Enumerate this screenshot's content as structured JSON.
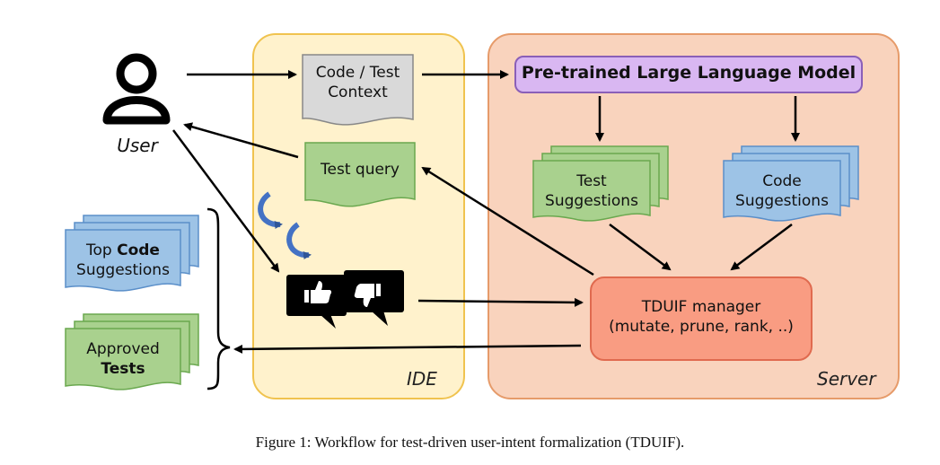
{
  "user": {
    "label": "User"
  },
  "ide": {
    "label": "IDE",
    "context_doc": {
      "line1": "Code / Test",
      "line2": "Context"
    },
    "test_query": "Test query"
  },
  "server": {
    "label": "Server",
    "llm": "Pre-trained Large Language Model",
    "test_suggestions": {
      "line1": "Test",
      "line2": "Suggestions"
    },
    "code_suggestions": {
      "line1": "Code",
      "line2": "Suggestions"
    },
    "manager": {
      "line1": "TDUIF manager",
      "line2": "(mutate, prune, rank, ..)"
    }
  },
  "outputs": {
    "top_code": {
      "line1_prefix": "Top ",
      "line1_bold": "Code",
      "line2": "Suggestions"
    },
    "approved_tests": {
      "line1": "Approved",
      "line2_bold": "Tests"
    }
  },
  "caption": "Figure 1: Workflow for test-driven user-intent formalization (TDUIF).",
  "colors": {
    "ide_fill": "#fff2cc",
    "server_fill": "#f9d3bd",
    "llm_fill": "#d9b7f2",
    "green_doc": "#a9d18e",
    "blue_doc": "#9dc3e6",
    "gray_doc": "#d9d9d9",
    "manager_fill": "#f99c82",
    "feedback_arrow": "#4472c4"
  },
  "icons": [
    "user-icon",
    "thumbs-up-icon",
    "thumbs-down-icon",
    "curved-arrow-icon"
  ]
}
